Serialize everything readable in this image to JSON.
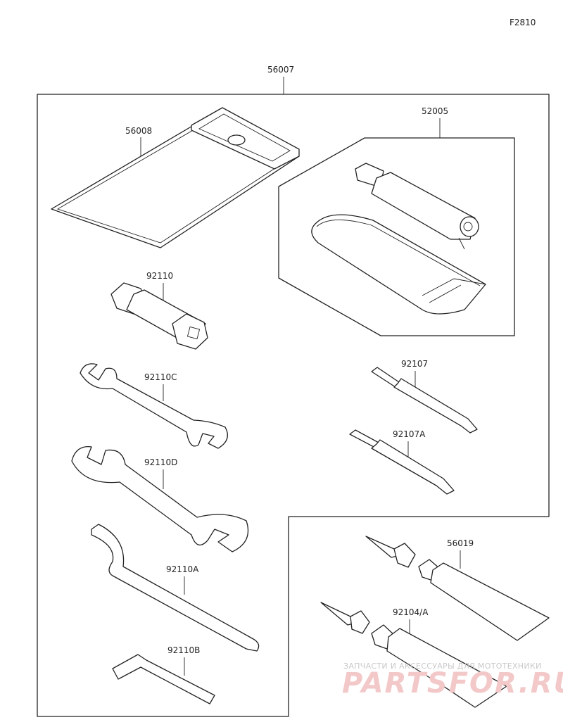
{
  "figure_id": "F2810",
  "parts": {
    "toolkit_assembly": "56007",
    "tool_bag": "56008",
    "pump_kit": "52005",
    "socket_wrench": "92110",
    "wrench_c": "92110C",
    "wrench_d": "92110D",
    "hook_wrench": "92110A",
    "hex_key": "92110B",
    "screwdriver": "92107",
    "screwdriver_a": "92107A",
    "tube": "56019",
    "tube_set": "92104/A"
  },
  "watermark": {
    "line1": "ЗАПЧАСТИ И АКСЕССУАРЫ ДЛЯ МОТОТЕХНИКИ",
    "line2": "PARTSFOR.RU"
  }
}
